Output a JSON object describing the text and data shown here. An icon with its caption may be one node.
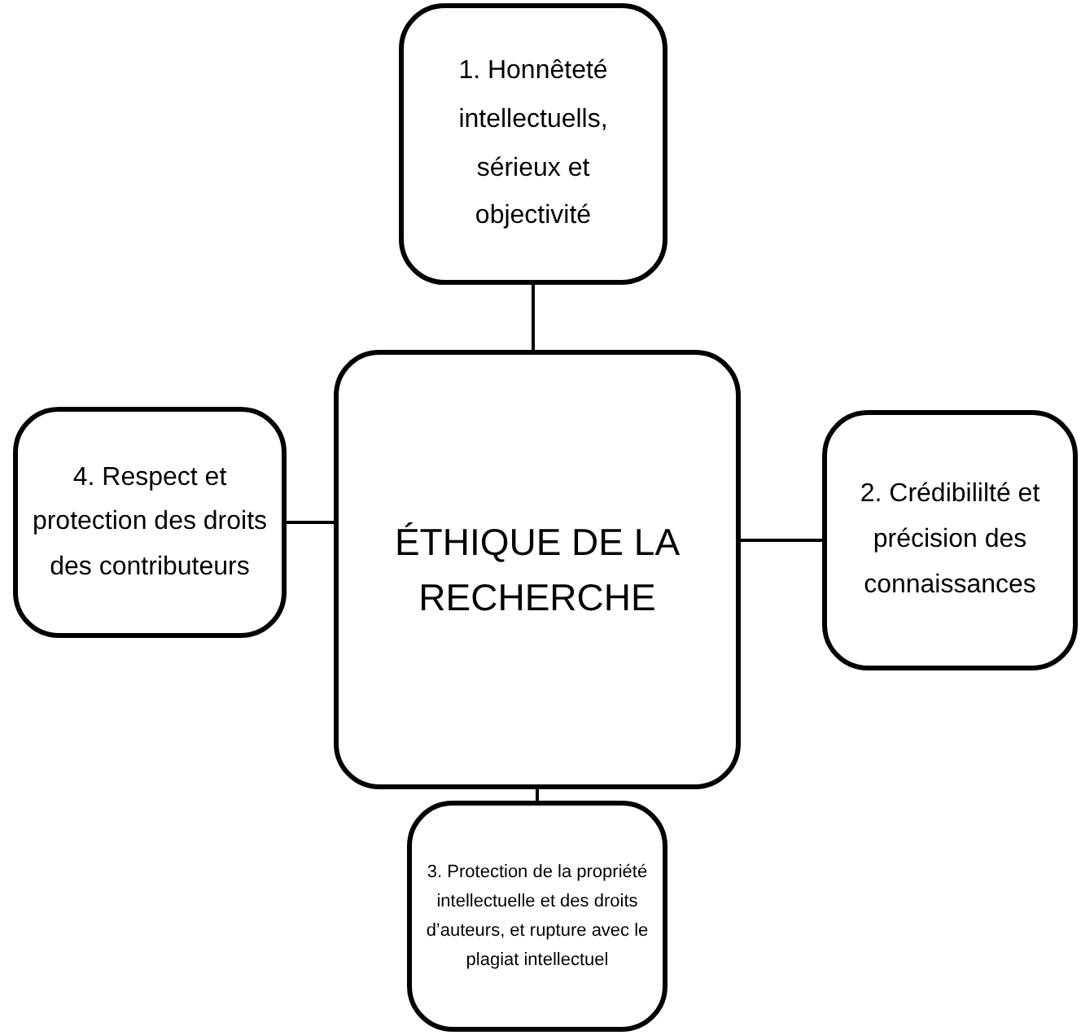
{
  "diagram": {
    "nodes": [
      {
        "text": [
          "1. Honnêteté intellectuells, sérieux et objectivité"
        ]
      },
      {
        "text": [
          "4. Respect et protection des droits des contributeurs"
        ]
      },
      {
        "text": [
          "ÉTHIQUE DE LA RECHERCHE"
        ]
      },
      {
        "text": [
          "2. Crédibililté et précision des connaissances"
        ]
      },
      {
        "text": [
          "3. Protection de la propriété intellectuelle et des droits d’auteurs, et rupture avec le plagiat intellectuel"
        ]
      }
    ],
    "edges": [
      {
        "from": 2,
        "to": 0,
        "arrow": "none"
      },
      {
        "from": 2,
        "to": 1,
        "arrow": "none"
      },
      {
        "from": 2,
        "to": 3,
        "arrow": "none"
      },
      {
        "from": 2,
        "to": 4,
        "arrow": "none"
      }
    ]
  }
}
